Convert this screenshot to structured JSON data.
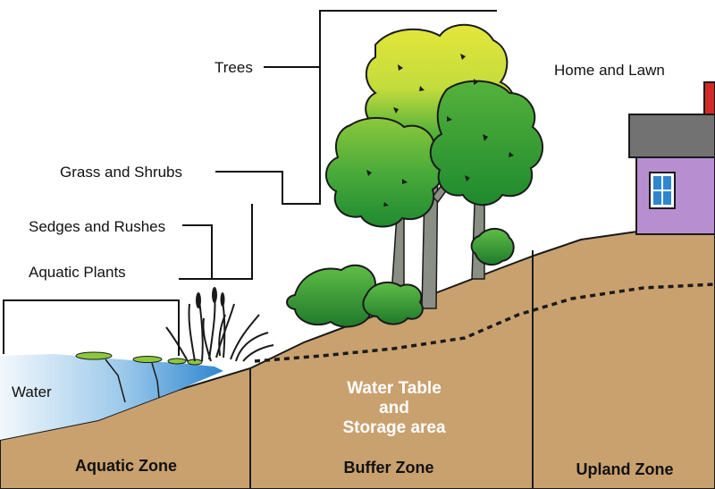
{
  "labels": {
    "trees": "Trees",
    "grass_shrubs": "Grass and Shrubs",
    "sedges_rushes": "Sedges and Rushes",
    "aquatic_plants": "Aquatic Plants",
    "home_lawn": "Home and Lawn",
    "water": "Water",
    "water_table": [
      "Water Table",
      "and",
      "Storage area"
    ]
  },
  "zones": {
    "aquatic": "Aquatic Zone",
    "buffer": "Buffer Zone",
    "upland": "Upland Zone"
  },
  "colors": {
    "soil": "#c9a16f",
    "water_light": "#e8f4fb",
    "water_dark": "#2d89d0",
    "leaf_yellow": "#dde43a",
    "leaf_green": "#3aa53a",
    "leaf_dark": "#1f7d2a",
    "trunk": "#8a8e84",
    "house_wall": "#b78fd0",
    "house_roof": "#6f6f6f",
    "chimney": "#d22a2a"
  }
}
